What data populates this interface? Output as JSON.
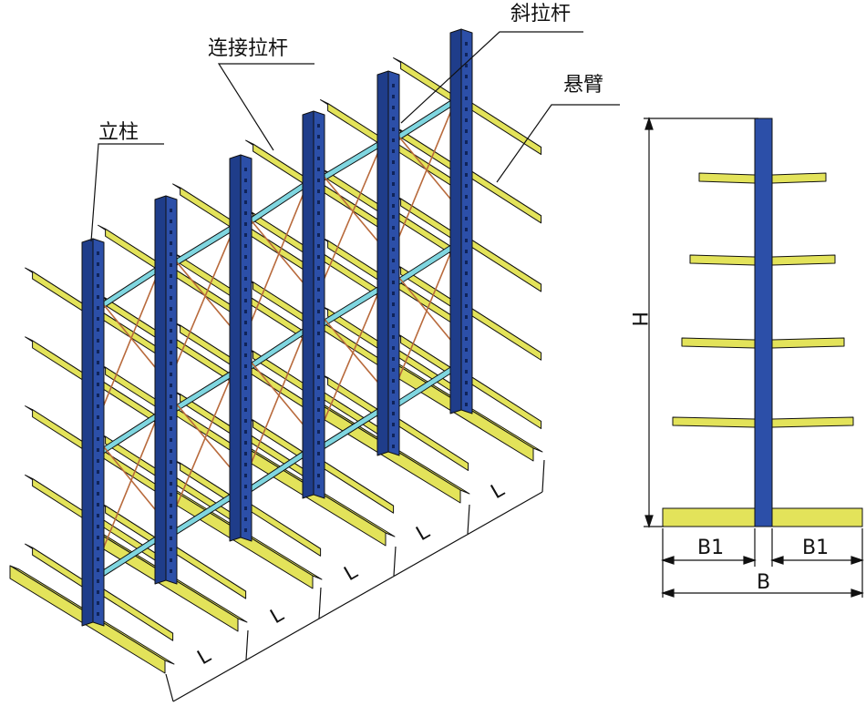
{
  "callouts": {
    "upright": "立柱",
    "tie_bar": "连接拉杆",
    "diagonal_brace": "斜拉杆",
    "cantilever_arm": "悬臂"
  },
  "dimensions": {
    "bay_length": "L",
    "height": "H",
    "arm_reach": "B1",
    "base_width": "B"
  },
  "colors": {
    "upright": "#2c4fa8",
    "arm": "#e3e35a",
    "tie_bar": "#7fd6e0",
    "brace": "#b86a3c",
    "line": "#111111"
  }
}
